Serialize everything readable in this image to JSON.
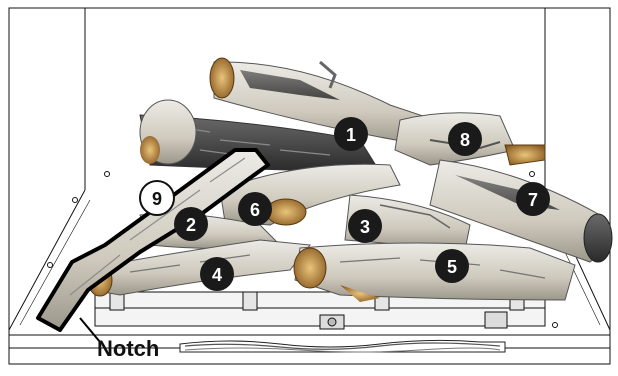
{
  "labels": {
    "log_1": "1",
    "log_2": "2",
    "log_3": "3",
    "log_4": "4",
    "log_5": "5",
    "log_6": "6",
    "log_7": "7",
    "log_8": "8",
    "log_9": "9",
    "notch": "Notch"
  },
  "colors": {
    "line": "#111111",
    "bark": "#d8d3c6",
    "char": "#3a3a3a",
    "cut_end": "#c8953f",
    "callout_fill": "#1a1a1a",
    "callout_text": "#ffffff",
    "highlight_fill": "#ffffff",
    "highlight_text": "#111111"
  }
}
